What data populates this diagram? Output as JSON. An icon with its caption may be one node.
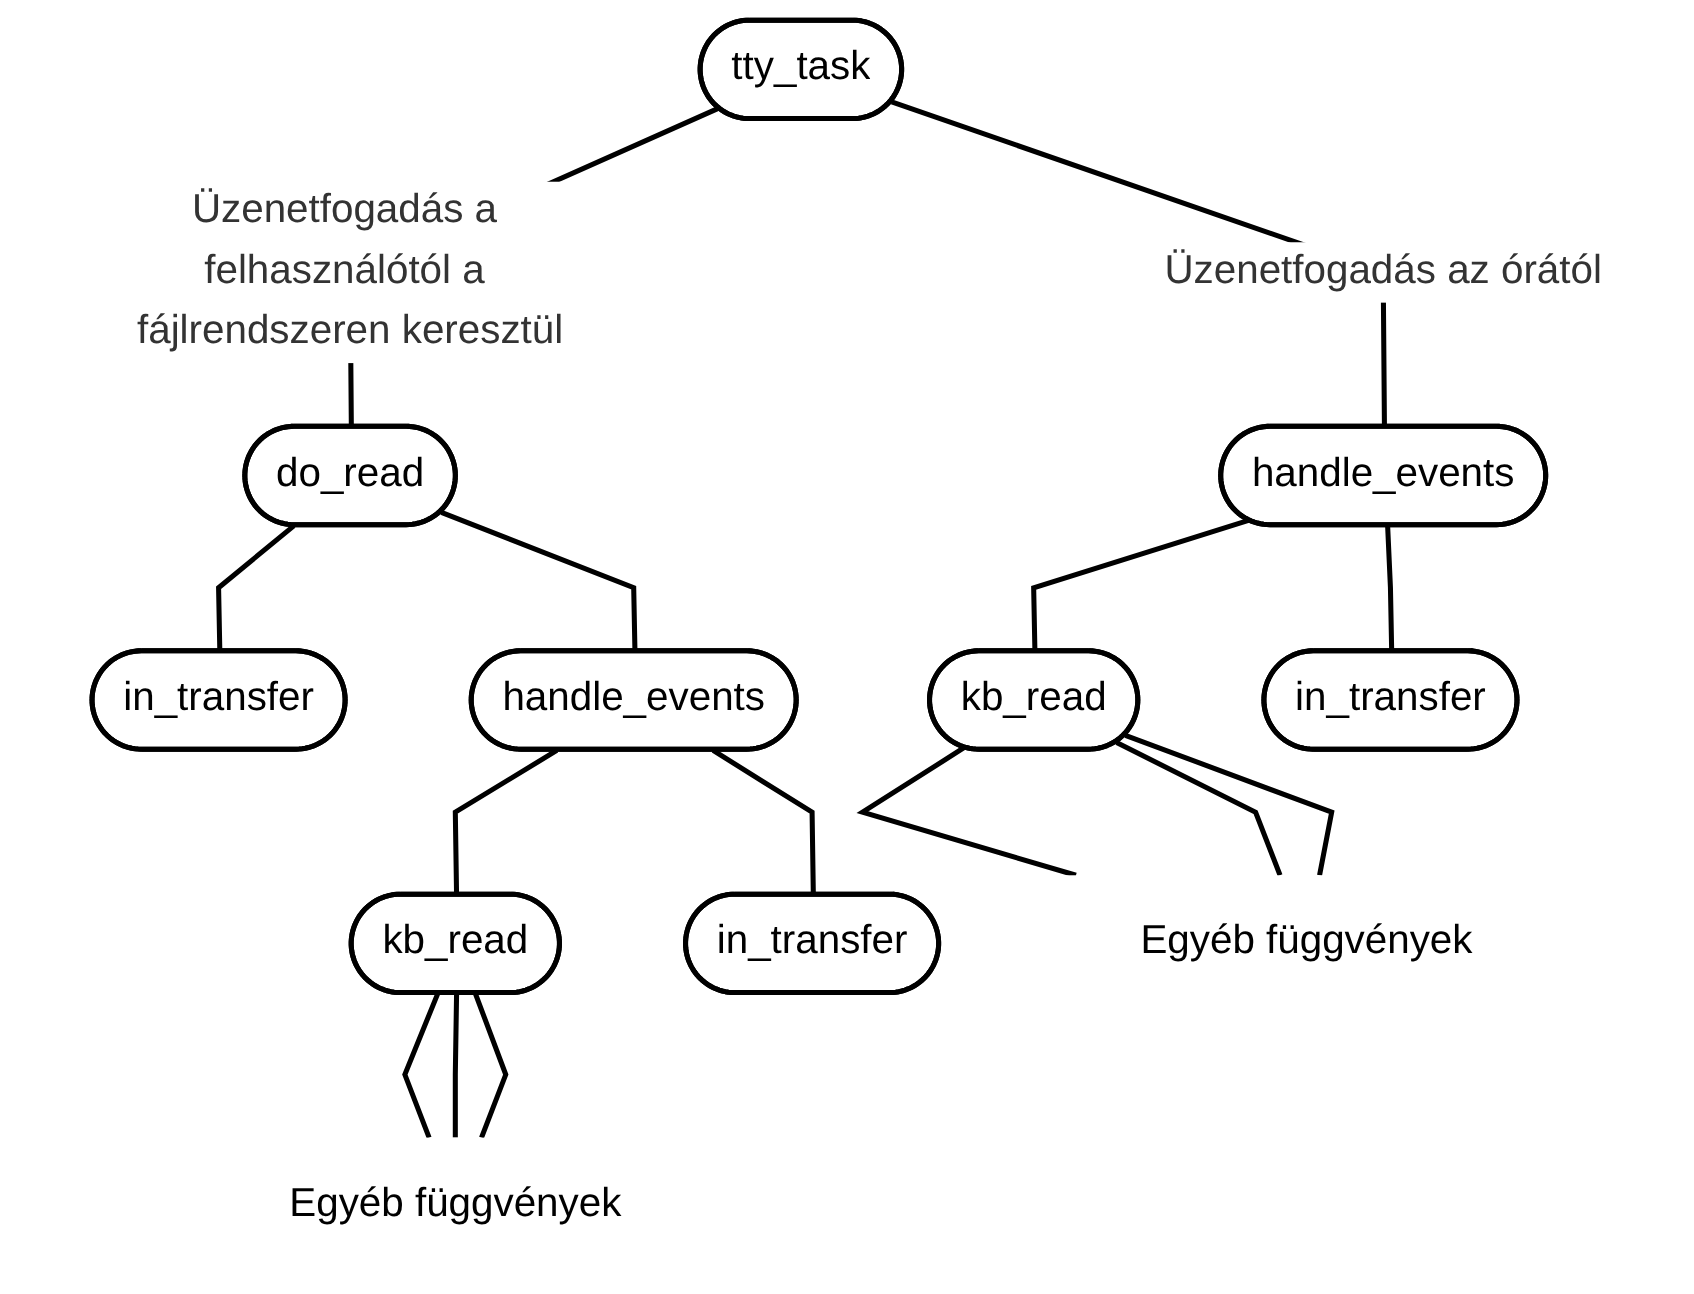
{
  "diagram": {
    "nodes": [
      {
        "text": [
          "tty_task"
        ]
      },
      {
        "text": [
          "do_read"
        ]
      },
      {
        "text": [
          "in_transfer"
        ]
      },
      {
        "text": [
          "handle_events"
        ]
      },
      {
        "text": [
          "kb_read"
        ]
      },
      {
        "text": [
          "in_transfer"
        ]
      },
      {
        "text": [
          "Egyéb függvények"
        ]
      },
      {
        "text": [
          "handle_events"
        ]
      },
      {
        "text": [
          "kb_read"
        ]
      },
      {
        "text": [
          "in_transfer"
        ]
      },
      {
        "text": [
          "Egyéb függvények"
        ]
      }
    ],
    "edges": [
      {
        "from": 0,
        "to": 1,
        "arrow": "none",
        "label": "Üzenetfogadás a felhasználótól a fájlrendszeren keresztül"
      },
      {
        "from": 0,
        "to": 7,
        "arrow": "none",
        "label": "Üzenetfogadás az órától"
      },
      {
        "from": 1,
        "to": 2,
        "arrow": "none"
      },
      {
        "from": 1,
        "to": 3,
        "arrow": "none"
      },
      {
        "from": 3,
        "to": 4,
        "arrow": "none"
      },
      {
        "from": 3,
        "to": 5,
        "arrow": "none"
      },
      {
        "from": 4,
        "to": 6,
        "arrow": "none"
      },
      {
        "from": 4,
        "to": 6,
        "arrow": "none"
      },
      {
        "from": 4,
        "to": 6,
        "arrow": "none"
      },
      {
        "from": 7,
        "to": 8,
        "arrow": "none"
      },
      {
        "from": 7,
        "to": 9,
        "arrow": "none"
      },
      {
        "from": 8,
        "to": 10,
        "arrow": "none"
      },
      {
        "from": 8,
        "to": 10,
        "arrow": "none"
      },
      {
        "from": 8,
        "to": 10,
        "arrow": "none"
      }
    ]
  }
}
